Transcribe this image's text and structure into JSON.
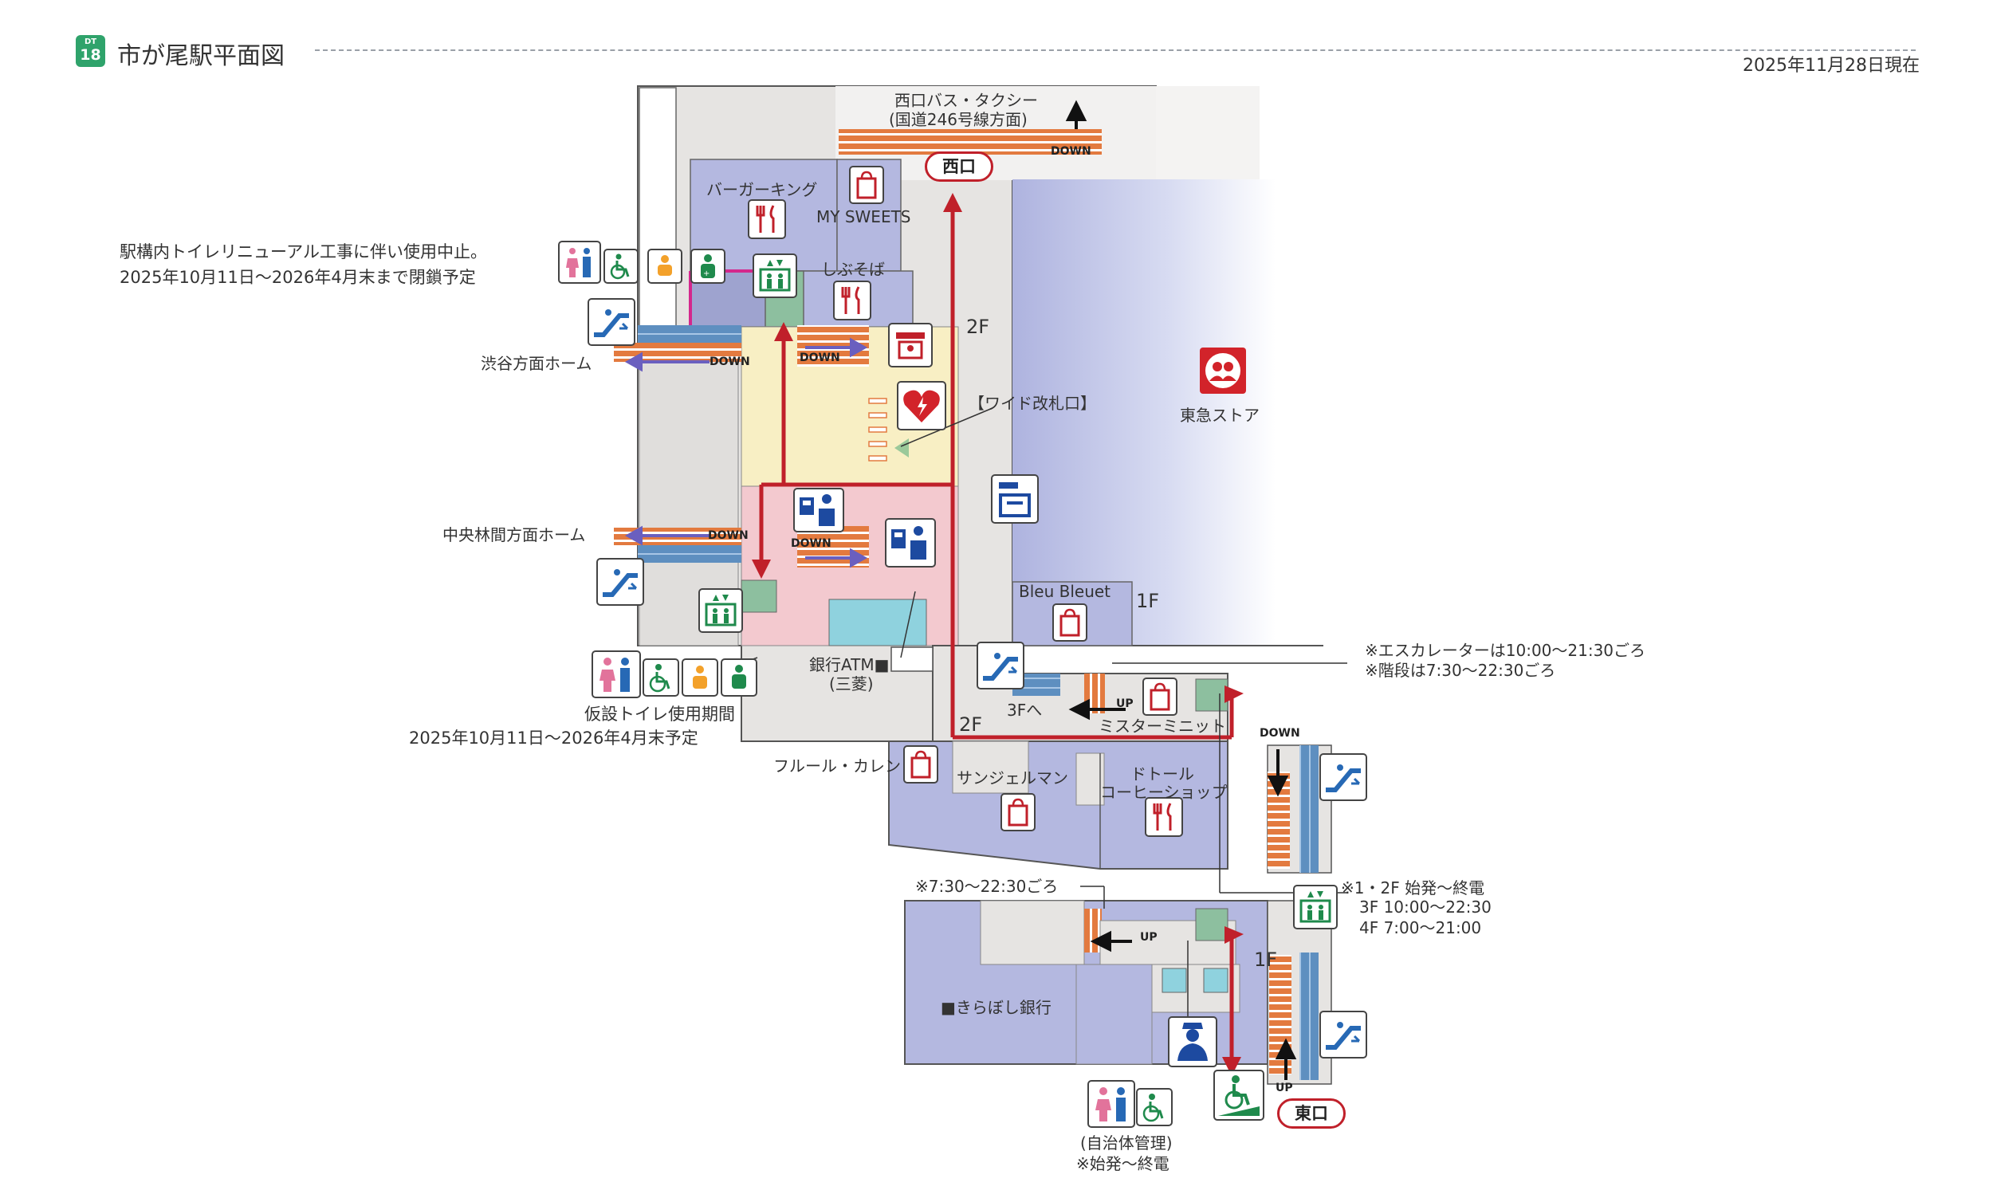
{
  "header": {
    "line_badge_top": "DT",
    "line_badge_num": "18",
    "title": "市が尾駅平面図",
    "date": "2025年11月28日現在"
  },
  "labels": {
    "west_exit_dest_1": "西口バス・タクシー",
    "west_exit_dest_2": "(国道246号線方面)",
    "west_exit": "西口",
    "east_exit": "東口",
    "burger_king": "バーガーキング",
    "my_sweets": "MY SWEETS",
    "shibusoba": "しぶそば",
    "shibuya_platform": "渋谷方面ホーム",
    "chuo_rinkan_platform": "中央林間方面ホーム",
    "wide_gate": "【ワイド改札口】",
    "tokyu_store": "東急ストア",
    "bleu_bleuet": "Bleu Bleuet",
    "bank_atm": "銀行ATM■",
    "bank_atm_sub": "(三菱)",
    "fleur_calin": "フルール・カレン",
    "saint_germain": "サンジェルマン",
    "doutor_1": "ドトール",
    "doutor_2": "コーヒーショップ",
    "mister_minit": "ミスターミニット",
    "to_3f": "3Fへ",
    "kiraboshi_bank": "■きらぼし銀行",
    "municipal_1": "(自治体管理)",
    "municipal_2": "※始発～終電"
  },
  "floors": {
    "f2_a": "2F",
    "f2_b": "2F",
    "f1_a": "1F",
    "f1_b": "1F"
  },
  "notes": {
    "toilet_closed_1": "駅構内トイレリニューアル工事に伴い使用中止。",
    "toilet_closed_2": "2025年10月11日～2026年4月末まで閉鎖予定",
    "temp_toilet_1": "仮設トイレ使用期間",
    "temp_toilet_2": "2025年10月11日～2026年4月末予定",
    "escalator_hours": "※エスカレーターは10:00～21:30ごろ",
    "stairs_hours": "※階段は7:30～22:30ごろ",
    "stairs_hours_2": "※7:30～22:30ごろ",
    "elevator_hours_1": "※1・2F 始発～終電",
    "elevator_hours_2": "3F 10:00～22:30",
    "elevator_hours_3": "4F 7:00～21:00"
  },
  "signs": {
    "down_west": "DOWN",
    "down_shibuya_a": "DOWN",
    "down_shibuya_b": "DOWN",
    "down_chuo_a": "DOWN",
    "down_chuo_b": "DOWN",
    "up_to_3f": "UP",
    "down_east": "DOWN",
    "up_lower": "UP",
    "up_east": "UP"
  },
  "icons": [
    "toilet-icon",
    "wheelchair-icon",
    "baby-icon",
    "ostomate-icon",
    "elevator-icon",
    "escalator-icon",
    "restaurant-icon",
    "shop-icon",
    "aed-icon",
    "ticket-machine-icon",
    "locker-icon",
    "police-box-icon",
    "slope-icon",
    "tokyu-store-logo-icon"
  ],
  "colors": {
    "route_red": "#c0202a",
    "shop_purple": "#b4b8e0",
    "concourse_yellow": "#f8efc4",
    "toilet_pink": "#f3c9cf",
    "stair_orange": "#e37a3f",
    "escalator_blue": "#5e8fc0",
    "elevator_green": "#8dbf9f",
    "badge_green": "#2fa36b"
  }
}
